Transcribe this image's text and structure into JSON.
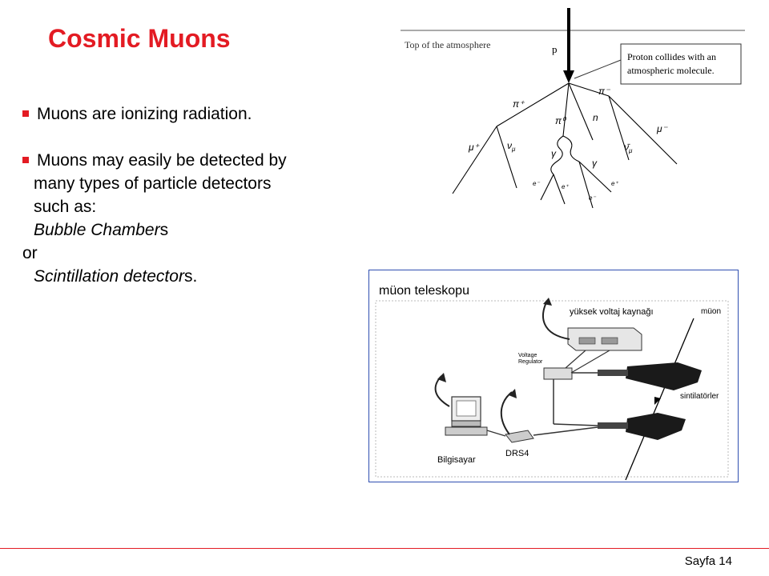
{
  "slide": {
    "title": "Cosmic Muons",
    "bullet1": "Muons are ionizing radiation.",
    "bullet2_line1": "Muons may easily be detected by",
    "bullet2_line2": "many types of particle detectors",
    "bullet2_line3": "such as:",
    "option1_main": "Bubble Chamber",
    "option1_suffix": "s",
    "connector": "or",
    "option2_main": "Scintillation detector",
    "option2_suffix": "s."
  },
  "shower_diagram": {
    "top_label": "Top of the atmosphere",
    "proton_label": "p",
    "callout_line1": "Proton collides with an",
    "callout_line2": "atmospheric molecule.",
    "pi_plus": "π⁺",
    "pi_minus": "π⁻",
    "pi_zero": "π⁰",
    "n_label": "n",
    "mu_plus": "μ⁺",
    "mu_minus": "μ⁻",
    "nu_mu": "ν",
    "nu_mu_bar": "ν̄",
    "nu_sub": "μ",
    "gamma1": "γ",
    "gamma2": "γ",
    "e_minus_1": "e⁻",
    "e_plus_1": "e⁺",
    "e_minus_2": "e⁻",
    "e_plus_2": "e⁺"
  },
  "telescope_diagram": {
    "title": "müon teleskopu",
    "power_supply": "yüksek voltaj kaynağı",
    "muon": "müon",
    "voltage_regulator_line1": "Voltage",
    "voltage_regulator_line2": "Regulator",
    "scintillators": "sintilatörler",
    "computer": "Bilgisayar",
    "drs4": "DRS4"
  },
  "footer": {
    "page": "Sayfa 14"
  },
  "colors": {
    "title_red": "#e31b23",
    "frame_blue": "#2f4fb0"
  }
}
